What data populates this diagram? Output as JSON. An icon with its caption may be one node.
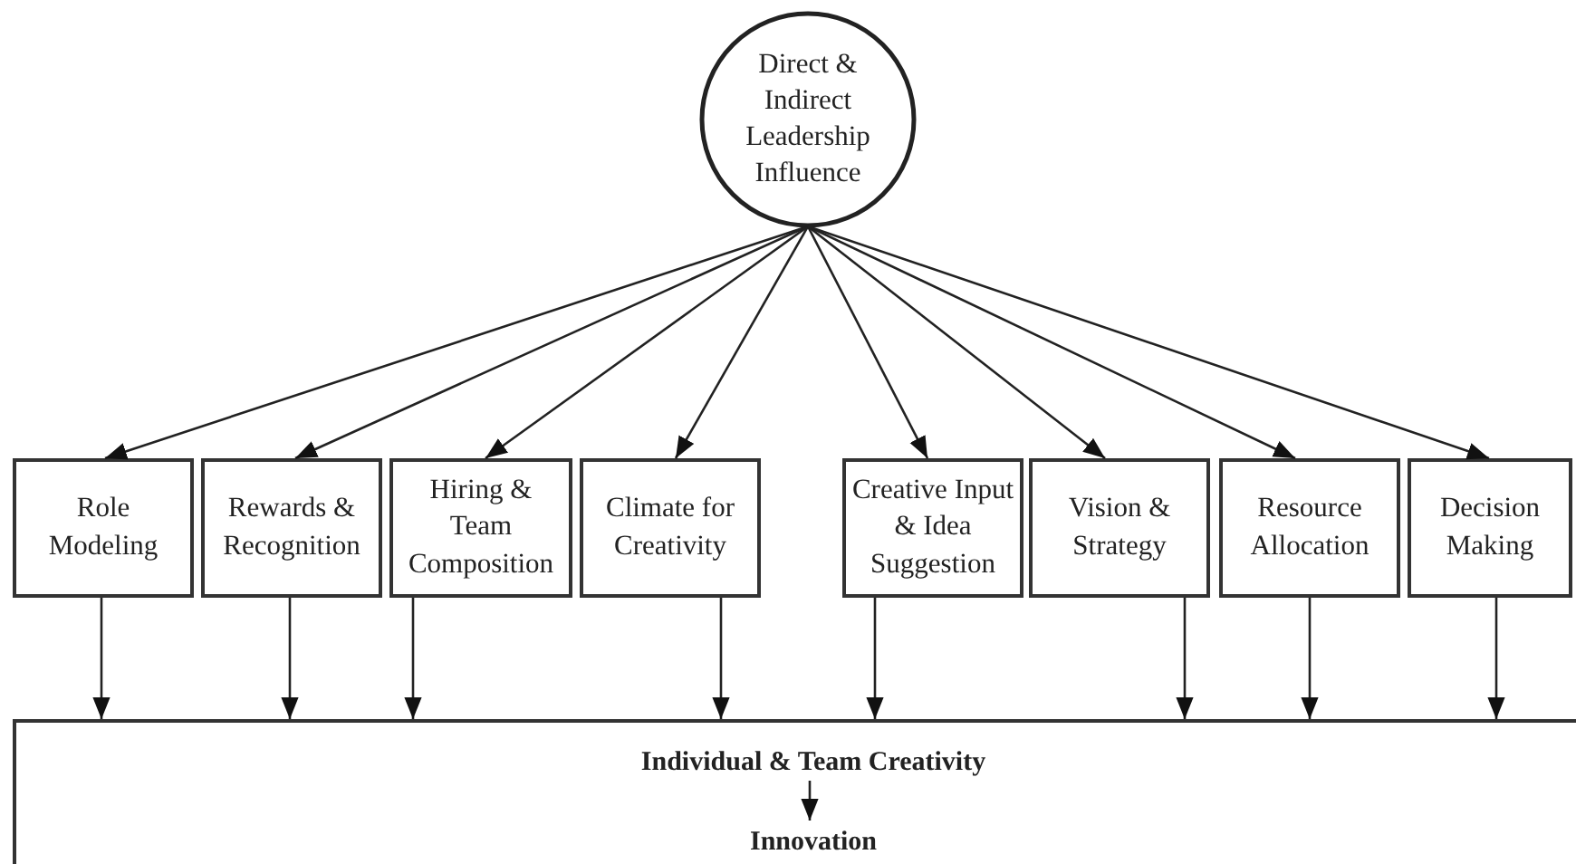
{
  "diagram": {
    "nodes": [
      {
        "text": [
          "Direct & Indirect Leadership Influence"
        ]
      },
      {
        "text": [
          "Role Modeling"
        ]
      },
      {
        "text": [
          "Rewards & Recognition"
        ]
      },
      {
        "text": [
          "Hiring & Team Composition"
        ]
      },
      {
        "text": [
          "Climate for Creativity"
        ]
      },
      {
        "text": [
          "Creative Input & Idea Suggestion"
        ]
      },
      {
        "text": [
          "Vision & Strategy"
        ]
      },
      {
        "text": [
          "Resource Allocation"
        ]
      },
      {
        "text": [
          "Decision Making"
        ]
      },
      {
        "text": [],
        "shape": "box"
      },
      {
        "text": [
          "Individual & Team Creativity"
        ],
        "in": 9
      },
      {
        "text": [
          "Innovation"
        ],
        "in": 9
      }
    ],
    "edges": [
      {
        "from": 0,
        "to": 1,
        "arrow": "to"
      },
      {
        "from": 0,
        "to": 2,
        "arrow": "to"
      },
      {
        "from": 0,
        "to": 3,
        "arrow": "to"
      },
      {
        "from": 0,
        "to": 4,
        "arrow": "to"
      },
      {
        "from": 0,
        "to": 5,
        "arrow": "to"
      },
      {
        "from": 0,
        "to": 6,
        "arrow": "to"
      },
      {
        "from": 0,
        "to": 7,
        "arrow": "to"
      },
      {
        "from": 0,
        "to": 8,
        "arrow": "to"
      },
      {
        "from": 1,
        "to": 9,
        "arrow": "to"
      },
      {
        "from": 2,
        "to": 9,
        "arrow": "to"
      },
      {
        "from": 3,
        "to": 9,
        "arrow": "to"
      },
      {
        "from": 4,
        "to": 9,
        "arrow": "to"
      },
      {
        "from": 5,
        "to": 9,
        "arrow": "to"
      },
      {
        "from": 6,
        "to": 9,
        "arrow": "to"
      },
      {
        "from": 7,
        "to": 9,
        "arrow": "to"
      },
      {
        "from": 8,
        "to": 9,
        "arrow": "to"
      },
      {
        "from": 10,
        "to": 11,
        "arrow": "to"
      }
    ]
  }
}
